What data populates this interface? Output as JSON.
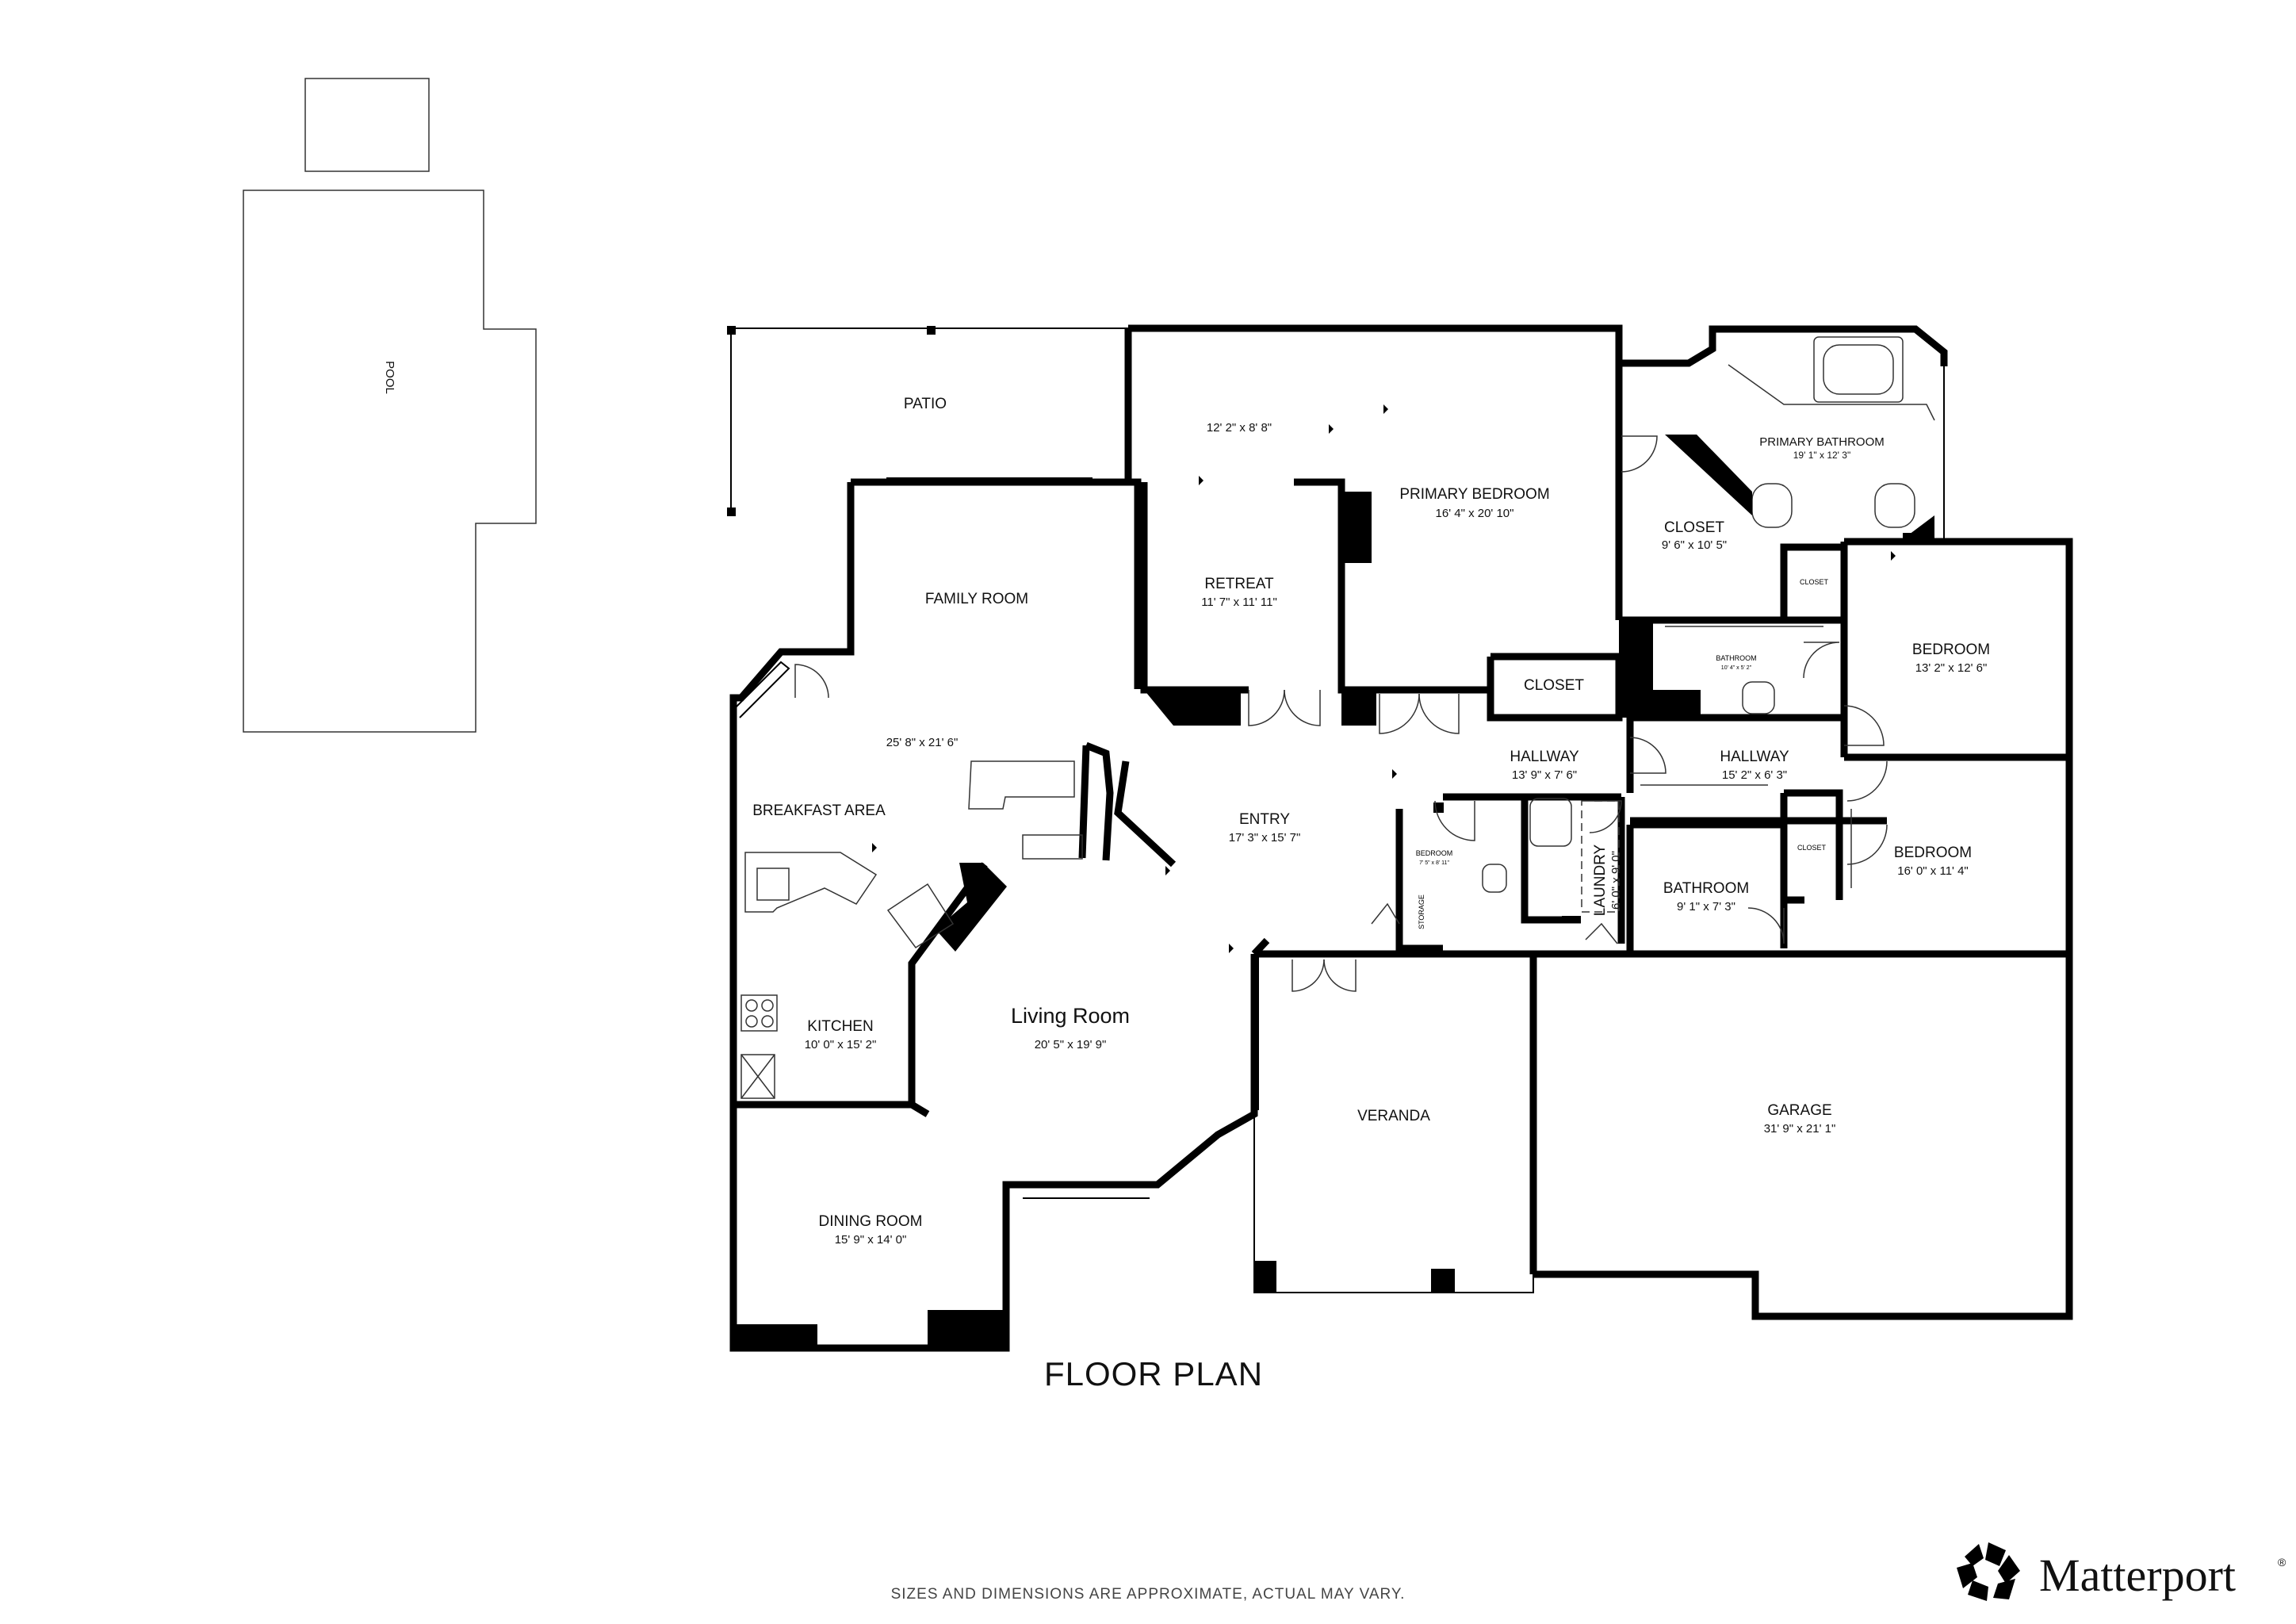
{
  "title": "FLOOR PLAN",
  "disclaimer": "SIZES AND DIMENSIONS ARE APPROXIMATE, ACTUAL MAY VARY.",
  "brand": {
    "name": "Matterport",
    "trademark": "®",
    "logo_icon": "matterport-logo-icon"
  },
  "rooms": {
    "pool": {
      "name": "POOL"
    },
    "patio": {
      "name": "PATIO"
    },
    "unlabeled": {
      "dims": "12' 2\" x 8' 8\""
    },
    "primary_bedroom": {
      "name": "PRIMARY BEDROOM",
      "dims": "16' 4\" x 20' 10\""
    },
    "primary_bathroom": {
      "name": "PRIMARY BATHROOM",
      "dims": "19' 1\" x 12' 3\""
    },
    "closet_main": {
      "name": "CLOSET",
      "dims": "9' 6\" x 10' 5\""
    },
    "closet_small": {
      "name": "CLOSET"
    },
    "closet_hall": {
      "name": "CLOSET"
    },
    "closet_bed": {
      "name": "CLOSET"
    },
    "retreat": {
      "name": "RETREAT",
      "dims": "11' 7\" x 11' 11\""
    },
    "family_room": {
      "name": "FAMILY ROOM",
      "dims": "25' 8\" x 21' 6\""
    },
    "breakfast_area": {
      "name": "BREAKFAST AREA"
    },
    "entry": {
      "name": "ENTRY",
      "dims": "17' 3\" x 15' 7\""
    },
    "hallway_1": {
      "name": "HALLWAY",
      "dims": "13' 9\" x 7' 6\""
    },
    "hallway_2": {
      "name": "HALLWAY",
      "dims": "15' 2\" x 6' 3\""
    },
    "bathroom_small": {
      "name": "BATHROOM",
      "dims": "10' 4\" x 5' 2\""
    },
    "bedroom_1": {
      "name": "BEDROOM",
      "dims": "13' 2\" x 12' 6\""
    },
    "bedroom_2": {
      "name": "BEDROOM",
      "dims": "16' 0\" x 11' 4\""
    },
    "bedroom_small": {
      "name": "BEDROOM",
      "dims": "7' 5\" x 8' 11\""
    },
    "storage": {
      "name": "STORAGE"
    },
    "laundry": {
      "name": "LAUNDRY",
      "dims": "6' 0\" x 9' 0\""
    },
    "bathroom": {
      "name": "BATHROOM",
      "dims": "9' 1\" x 7' 3\""
    },
    "kitchen": {
      "name": "KITCHEN",
      "dims": "10' 0\" x 15' 2\""
    },
    "living_room": {
      "name": "Living Room",
      "dims": "20' 5\" x 19' 9\""
    },
    "veranda": {
      "name": "VERANDA"
    },
    "garage": {
      "name": "GARAGE",
      "dims": "31' 9\" x 21' 1\""
    },
    "dining_room": {
      "name": "DINING ROOM",
      "dims": "15' 9\" x 14' 0\""
    }
  }
}
